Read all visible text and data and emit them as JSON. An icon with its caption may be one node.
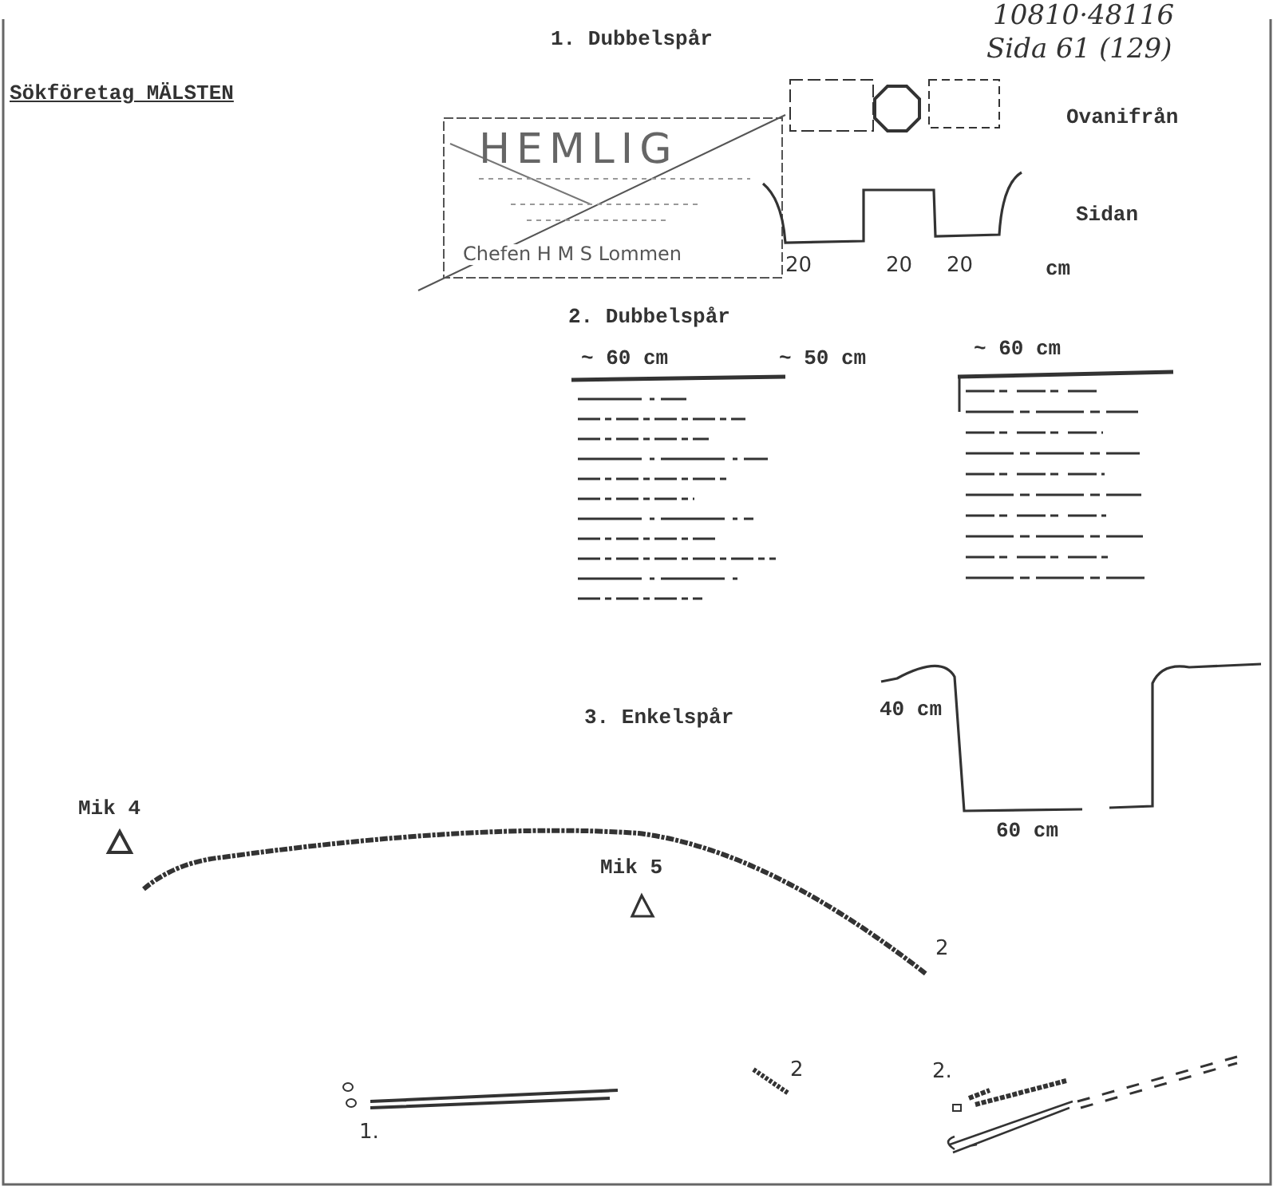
{
  "diagram": {
    "title": "Sökföretag MÄLSTEN",
    "labels": [
      "1. Dubbelspår",
      "10810·48116",
      "Sida 61 (129)",
      "HEMLIG",
      "Chefen H M S Lommen",
      "Ovanifrån",
      "Sidan",
      "20",
      "20",
      "20",
      "cm",
      "2. Dubbelspår",
      "~ 60 cm",
      "~ 50 cm",
      "~ 60 cm",
      "3. Enkelspår",
      "40 cm",
      "60 cm",
      "Mik 4",
      "Mik 5",
      "2",
      "2",
      "2.",
      "1."
    ]
  }
}
